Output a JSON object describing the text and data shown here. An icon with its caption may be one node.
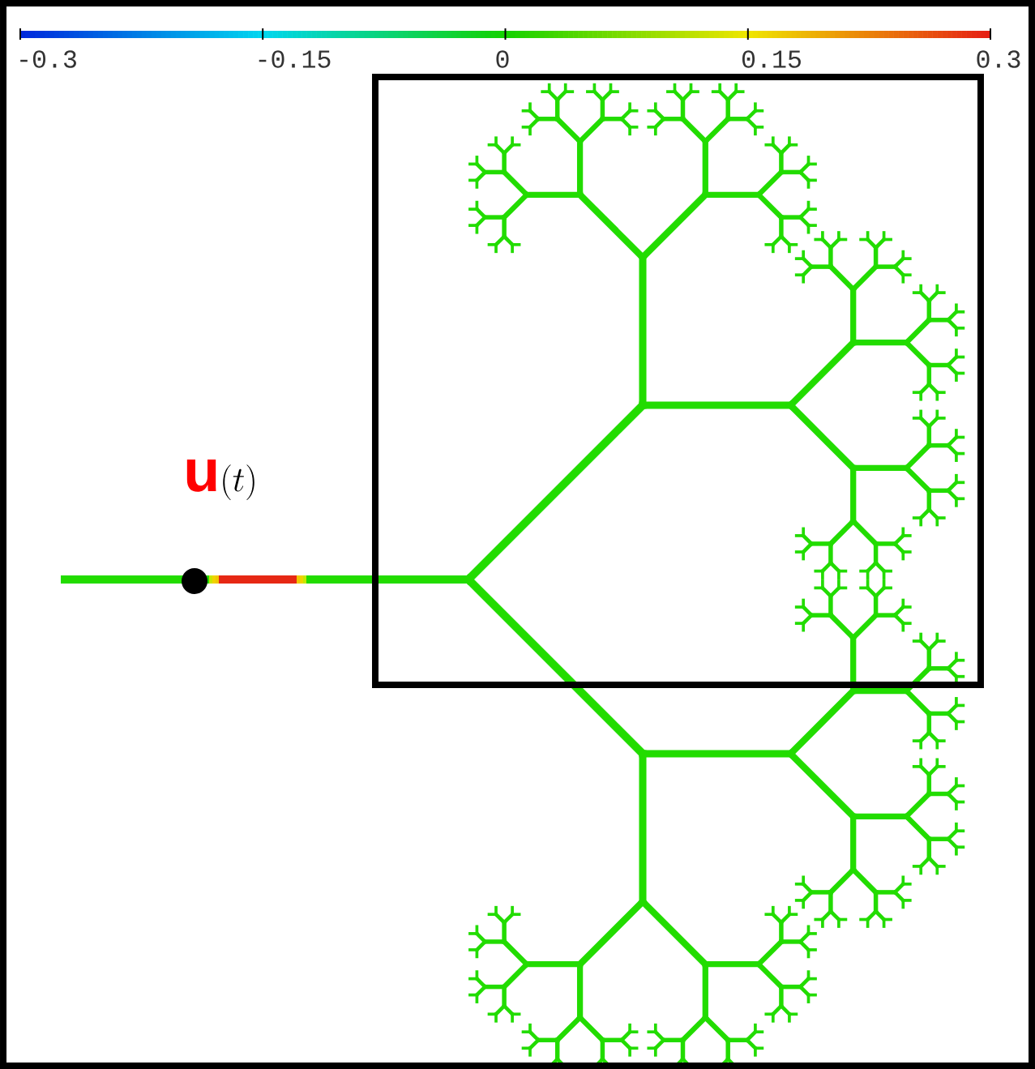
{
  "diagram": {
    "labels": [
      "-0.3",
      "-0.15",
      "0",
      "0.15",
      "0.3",
      "{\\color{red}\\mathbf{u}}(t)"
    ]
  }
}
